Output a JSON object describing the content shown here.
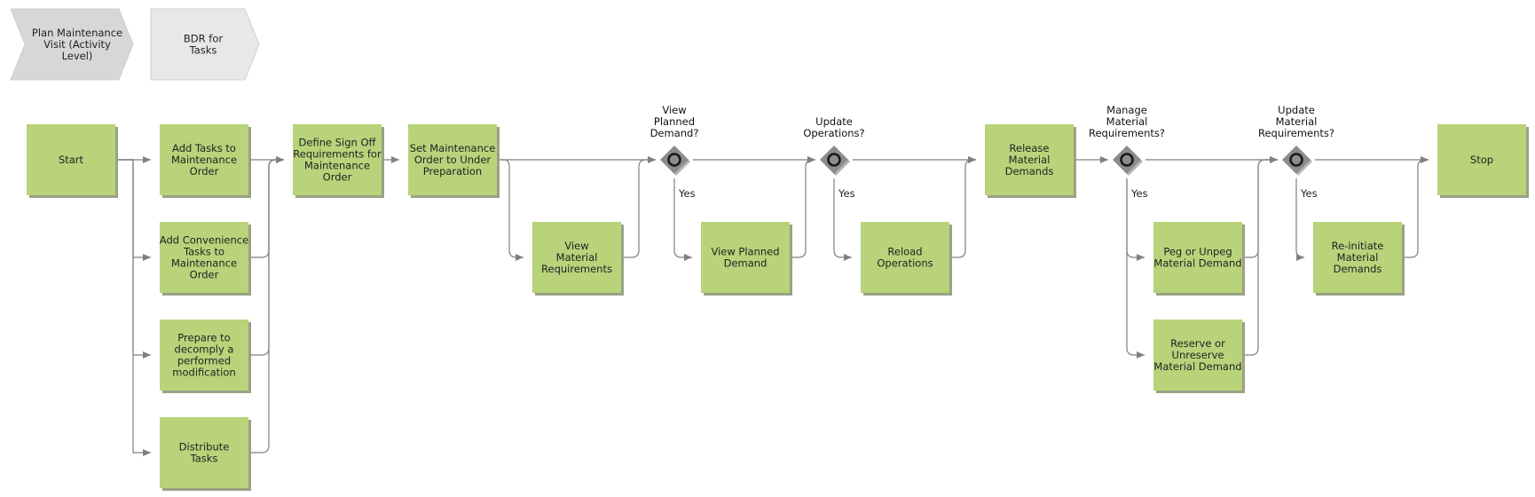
{
  "diagram": {
    "colors": {
      "task_fill": "#b8d37a",
      "task_shadow": "#9aa283",
      "nav_fill_primary": "#d7d7d7",
      "nav_fill_secondary": "#e8e8e8",
      "gateway_fill": "#8c8c8c",
      "gateway_ring": "#1a1a1a",
      "connector": "#808080"
    },
    "breadcrumbs": [
      {
        "id": "plan-maintenance-visit",
        "lines": [
          "Plan Maintenance",
          "Visit (Activity",
          "Level)"
        ]
      },
      {
        "id": "bdr-for-tasks",
        "lines": [
          "BDR for",
          "Tasks"
        ]
      }
    ],
    "tasks": [
      {
        "id": "start",
        "lines": [
          "Start"
        ]
      },
      {
        "id": "add-tasks",
        "lines": [
          "Add Tasks to",
          "Maintenance",
          "Order"
        ]
      },
      {
        "id": "add-convenience-tasks",
        "lines": [
          "Add Convenience",
          "Tasks to",
          "Maintenance",
          "Order"
        ]
      },
      {
        "id": "prepare-decomply",
        "lines": [
          "Prepare to",
          "decomply a",
          "performed",
          "modification"
        ]
      },
      {
        "id": "distribute-tasks",
        "lines": [
          "Distribute",
          "Tasks"
        ]
      },
      {
        "id": "define-sign-off",
        "lines": [
          "Define Sign Off",
          "Requirements for",
          "Maintenance",
          "Order"
        ]
      },
      {
        "id": "set-maintenance-order",
        "lines": [
          "Set Maintenance",
          "Order to Under",
          "Preparation"
        ]
      },
      {
        "id": "view-material-requirements",
        "lines": [
          "View",
          "Material",
          "Requirements"
        ]
      },
      {
        "id": "view-planned-demand",
        "lines": [
          "View Planned",
          "Demand"
        ]
      },
      {
        "id": "reload-operations",
        "lines": [
          "Reload",
          "Operations"
        ]
      },
      {
        "id": "release-material-demands",
        "lines": [
          "Release",
          "Material",
          "Demands"
        ]
      },
      {
        "id": "peg-unpeg",
        "lines": [
          "Peg or Unpeg",
          "Material Demand"
        ]
      },
      {
        "id": "reserve-unreserve",
        "lines": [
          "Reserve or",
          "Unreserve",
          "Material Demand"
        ]
      },
      {
        "id": "reinitiate-material-demands",
        "lines": [
          "Re-initiate",
          "Material",
          "Demands"
        ]
      },
      {
        "id": "stop",
        "lines": [
          "Stop"
        ]
      }
    ],
    "gateways": [
      {
        "id": "view-planned-demand-q",
        "question_lines": [
          "View",
          "Planned",
          "Demand?"
        ],
        "branch_label": "Yes"
      },
      {
        "id": "update-operations-q",
        "question_lines": [
          "Update",
          "Operations?"
        ],
        "branch_label": "Yes"
      },
      {
        "id": "manage-material-requirements-q",
        "question_lines": [
          "Manage",
          "Material",
          "Requirements?"
        ],
        "branch_label": "Yes"
      },
      {
        "id": "update-material-requirements-q",
        "question_lines": [
          "Update",
          "Material",
          "Requirements?"
        ],
        "branch_label": "Yes"
      }
    ]
  }
}
